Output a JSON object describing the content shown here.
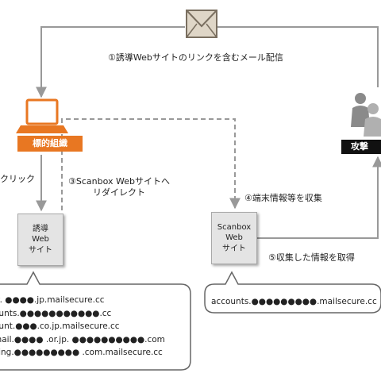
{
  "steps": {
    "step1": "①誘導Webサイトのリンクを含むメール配信",
    "step2": "クリック",
    "step3_line1": "③Scanbox Webサイトへ",
    "step3_line2": "リダイレクト",
    "step4": "④端末情報等を収集",
    "step5": "⑤収集した情報を取得"
  },
  "nodes": {
    "target_org": "標的組織",
    "attacker": "攻撃",
    "lure_site": "誘導\nWeb\nサイト",
    "scanbox_site": "Scanbox\nWeb\nサイト"
  },
  "lure_domains": [
    "w. ●●●●.jp.mailsecure.cc",
    "ounts.●●●●●●●●●●●.cc",
    "ount.●●●.co.jp.mailsecure.cc",
    "mail.●●●● .or.jp. ●●●●●●●●●●.com",
    "king.●●●●●●●●● .com.mailsecure.cc"
  ],
  "scanbox_domains": [
    "accounts.●●●●●●●●●.mailsecure.cc"
  ],
  "icons": {
    "mail": "envelope-icon",
    "computer": "laptop-icon",
    "attackers": "people-icon"
  },
  "colors": {
    "accent_orange": "#e87722",
    "attacker_black": "#111111",
    "connector_gray": "#999999",
    "box_gray": "#e4e4e4"
  }
}
